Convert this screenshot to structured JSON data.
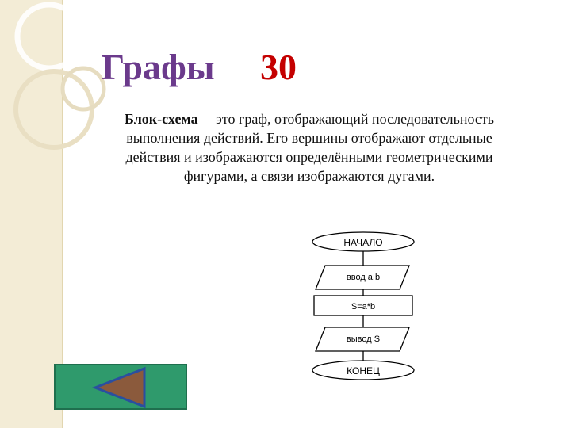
{
  "slide": {
    "title": "Графы",
    "number": "30",
    "definition_term": "Блок-схема",
    "definition_text": "— это граф, отображающий последовательность выполнения действий. Его вершины отображают отдельные действия и изображаются определёнными геометрическими фигурами, а связи изображаются дугами."
  },
  "flowchart": {
    "start": "НАЧАЛО",
    "input": "ввод a,b",
    "process": "S=a*b",
    "output": "вывод S",
    "end": "КОНЕЦ"
  },
  "nav": {
    "back_icon": "left-triangle-icon"
  },
  "colors": {
    "title": "#6b3a8c",
    "number": "#c40000",
    "sidebar": "#f3ecd6",
    "button": "#2f9a6c",
    "triangle": "#8b5a3c"
  }
}
